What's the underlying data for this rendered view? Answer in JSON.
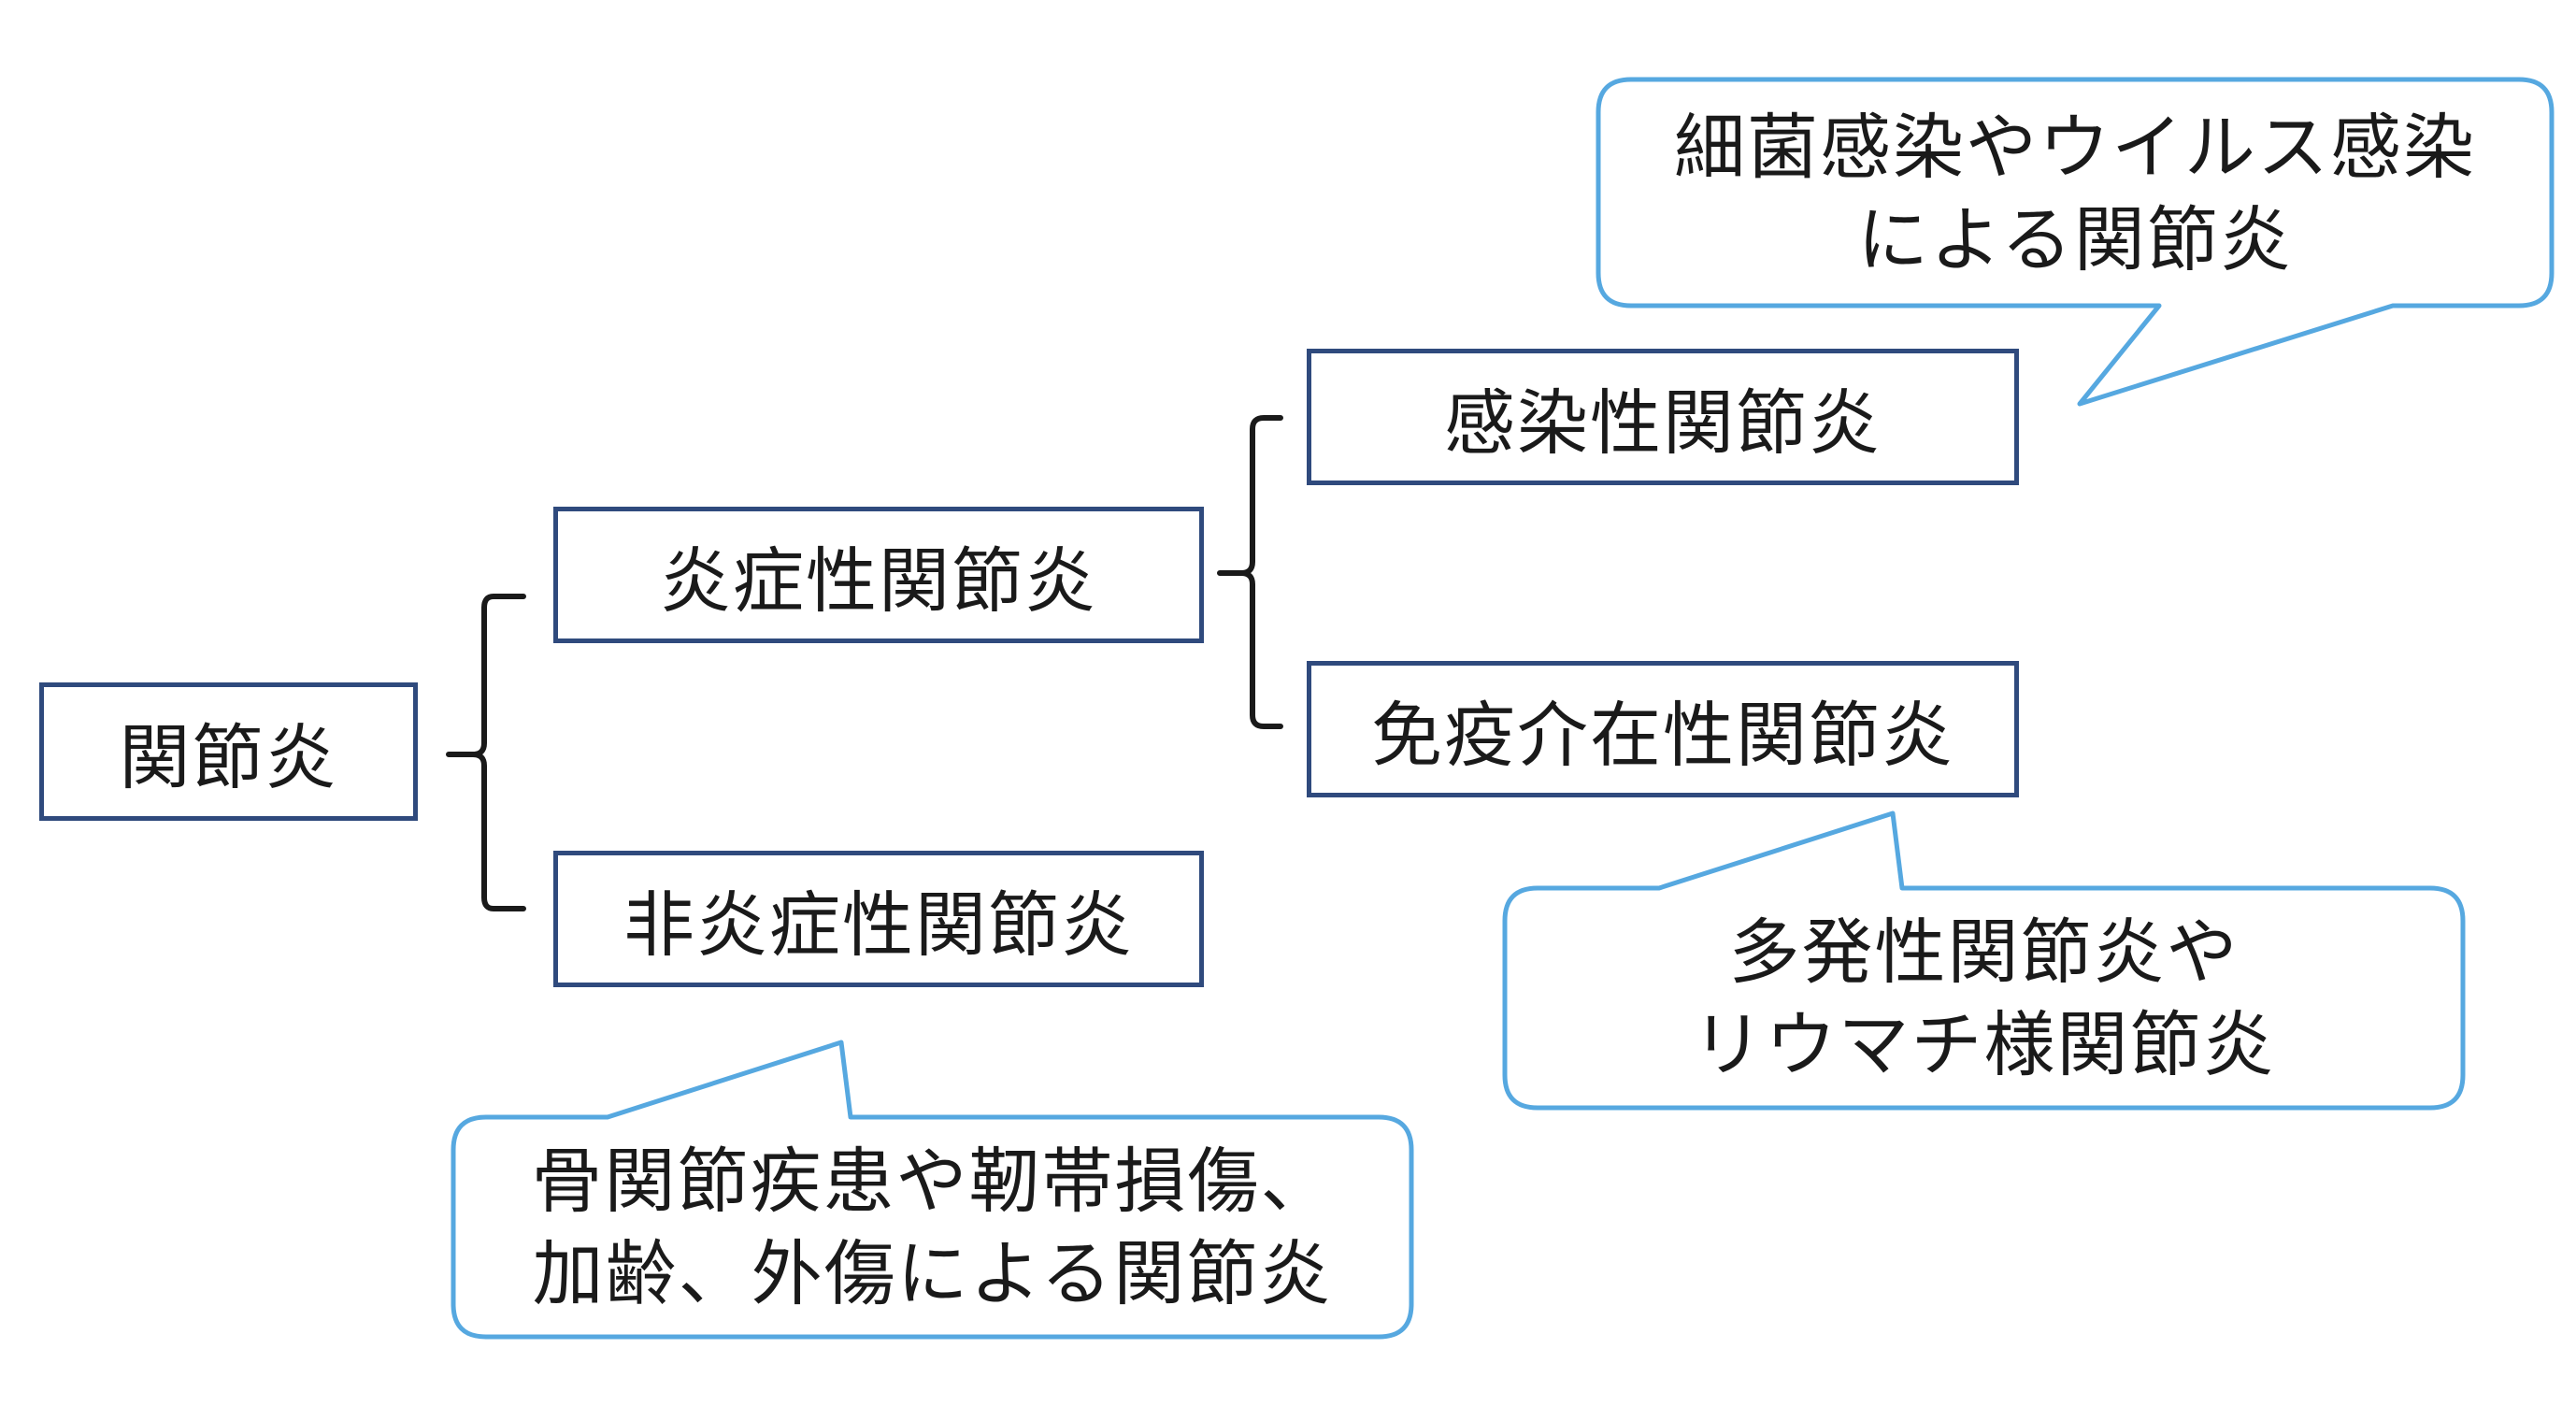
{
  "colors": {
    "node_border": "#2f4a7d",
    "callout_border": "#56a8e0",
    "bracket": "#1a1a1a",
    "text": "#1a1a1a"
  },
  "nodes": {
    "root": "関節炎",
    "inflammatory": "炎症性関節炎",
    "non_inflammatory": "非炎症性関節炎",
    "infectious": "感染性関節炎",
    "immune_mediated": "免疫介在性関節炎"
  },
  "callouts": {
    "infectious_note": {
      "line1": "細菌感染やウイルス感染",
      "line2": "による関節炎"
    },
    "immune_note": {
      "line1": "多発性関節炎や",
      "line2": "リウマチ様関節炎"
    },
    "non_inflammatory_note": {
      "line1": "骨関節疾患や靭帯損傷、",
      "line2": "加齢、外傷による関節炎"
    }
  }
}
